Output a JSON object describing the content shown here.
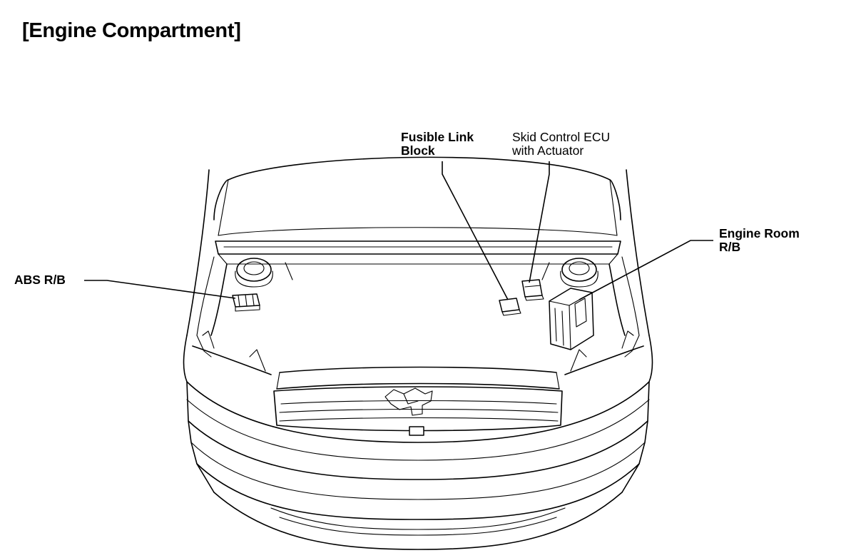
{
  "title": "[Engine Compartment]",
  "labels": {
    "fusible_link_block": [
      "Fusible Link",
      "Block"
    ],
    "skid_control_ecu": [
      "Skid Control ECU",
      "with Actuator"
    ],
    "engine_room_rb": [
      "Engine Room",
      "R/B"
    ],
    "abs_rb": "ABS R/B"
  },
  "colors": {
    "line": "#000000",
    "background": "#ffffff"
  }
}
